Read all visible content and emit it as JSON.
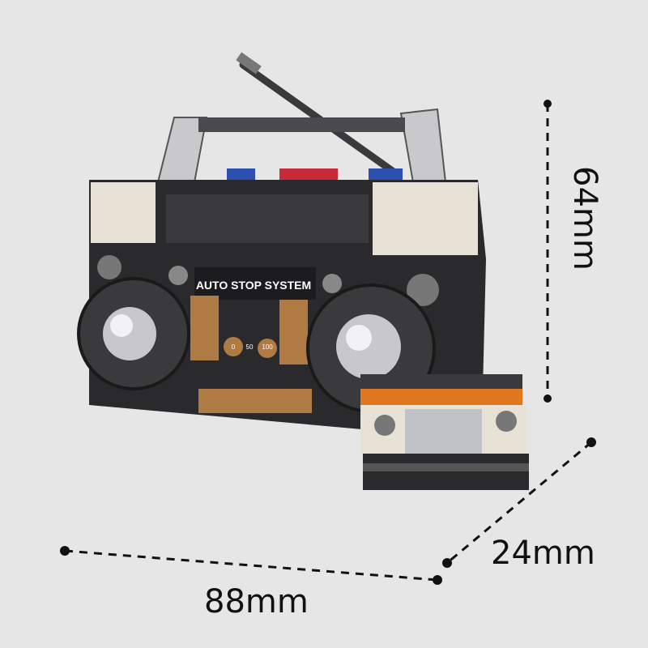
{
  "product": {
    "panel_label": "AUTO STOP SYSTEM",
    "dial_marks": [
      "0",
      "50",
      "100"
    ]
  },
  "dimensions": {
    "height": "64mm",
    "depth": "24mm",
    "width": "88mm"
  },
  "colors": {
    "background": "#e6e6e6",
    "body": "#2a2a2c",
    "accent_orange": "#b07a45",
    "stripe_orange": "#e0781f",
    "cream": "#e8e2d6"
  }
}
